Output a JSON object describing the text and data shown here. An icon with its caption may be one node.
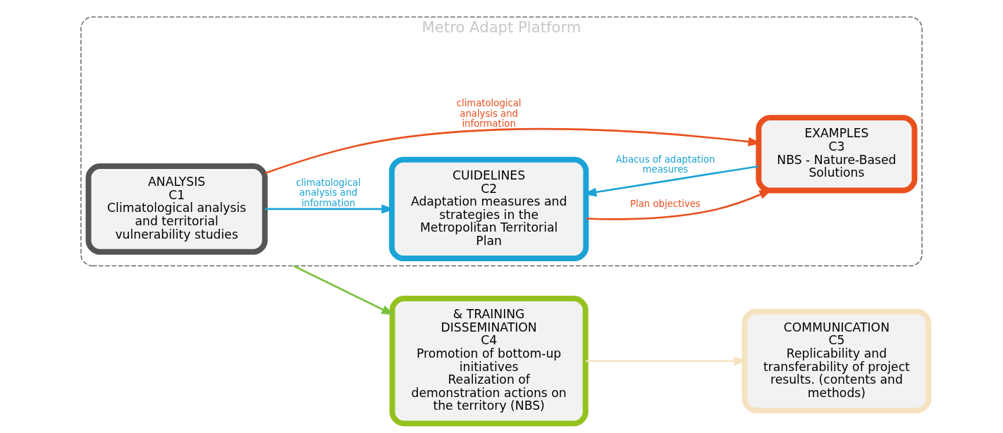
{
  "diagram": {
    "nodes": [
      {
        "text": [
          "Metro Adapt Platform"
        ]
      },
      {
        "text": [
          "ANALYSIS",
          "C1",
          "Climatological analysis and territorial vulnerability studies"
        ],
        "in": 0
      },
      {
        "text": [
          "CUIDELINES",
          "C2",
          "Adaptation measures and strategies in the Metropolitan Territorial Plan"
        ],
        "in": 0
      },
      {
        "text": [
          "EXAMPLES",
          "C3",
          "NBS - Nature-Based Solutions"
        ],
        "in": 0
      },
      {
        "text": [
          "& TRAINING",
          "DISSEMINATION",
          "C4",
          "Promotion of bottom-up initiatives",
          "Realization of demonstration actions on the territory (NBS)"
        ]
      },
      {
        "text": [
          "COMMUNICATION",
          "C5",
          "Replicability and transferability of project results. (contents and methods)"
        ]
      }
    ],
    "edges": [
      {
        "from": 1,
        "to": 2,
        "arrow": "to",
        "label": "climatological analysis and information",
        "color": "#1ba3d6"
      },
      {
        "from": 1,
        "to": 3,
        "arrow": "to",
        "label": "climatological analysis and information",
        "color": "#e8501e"
      },
      {
        "from": 2,
        "to": 3,
        "arrow": "to",
        "label": "Plan objectives",
        "color": "#e8501e"
      },
      {
        "from": 3,
        "to": 2,
        "arrow": "to",
        "label": "Abacus of adaptation measures",
        "color": "#1ba3d6"
      },
      {
        "from": 0,
        "to": 4,
        "arrow": "to",
        "color": "#7cc242"
      },
      {
        "from": 4,
        "to": 5,
        "arrow": "to",
        "color": "#f5e2c0"
      }
    ]
  }
}
